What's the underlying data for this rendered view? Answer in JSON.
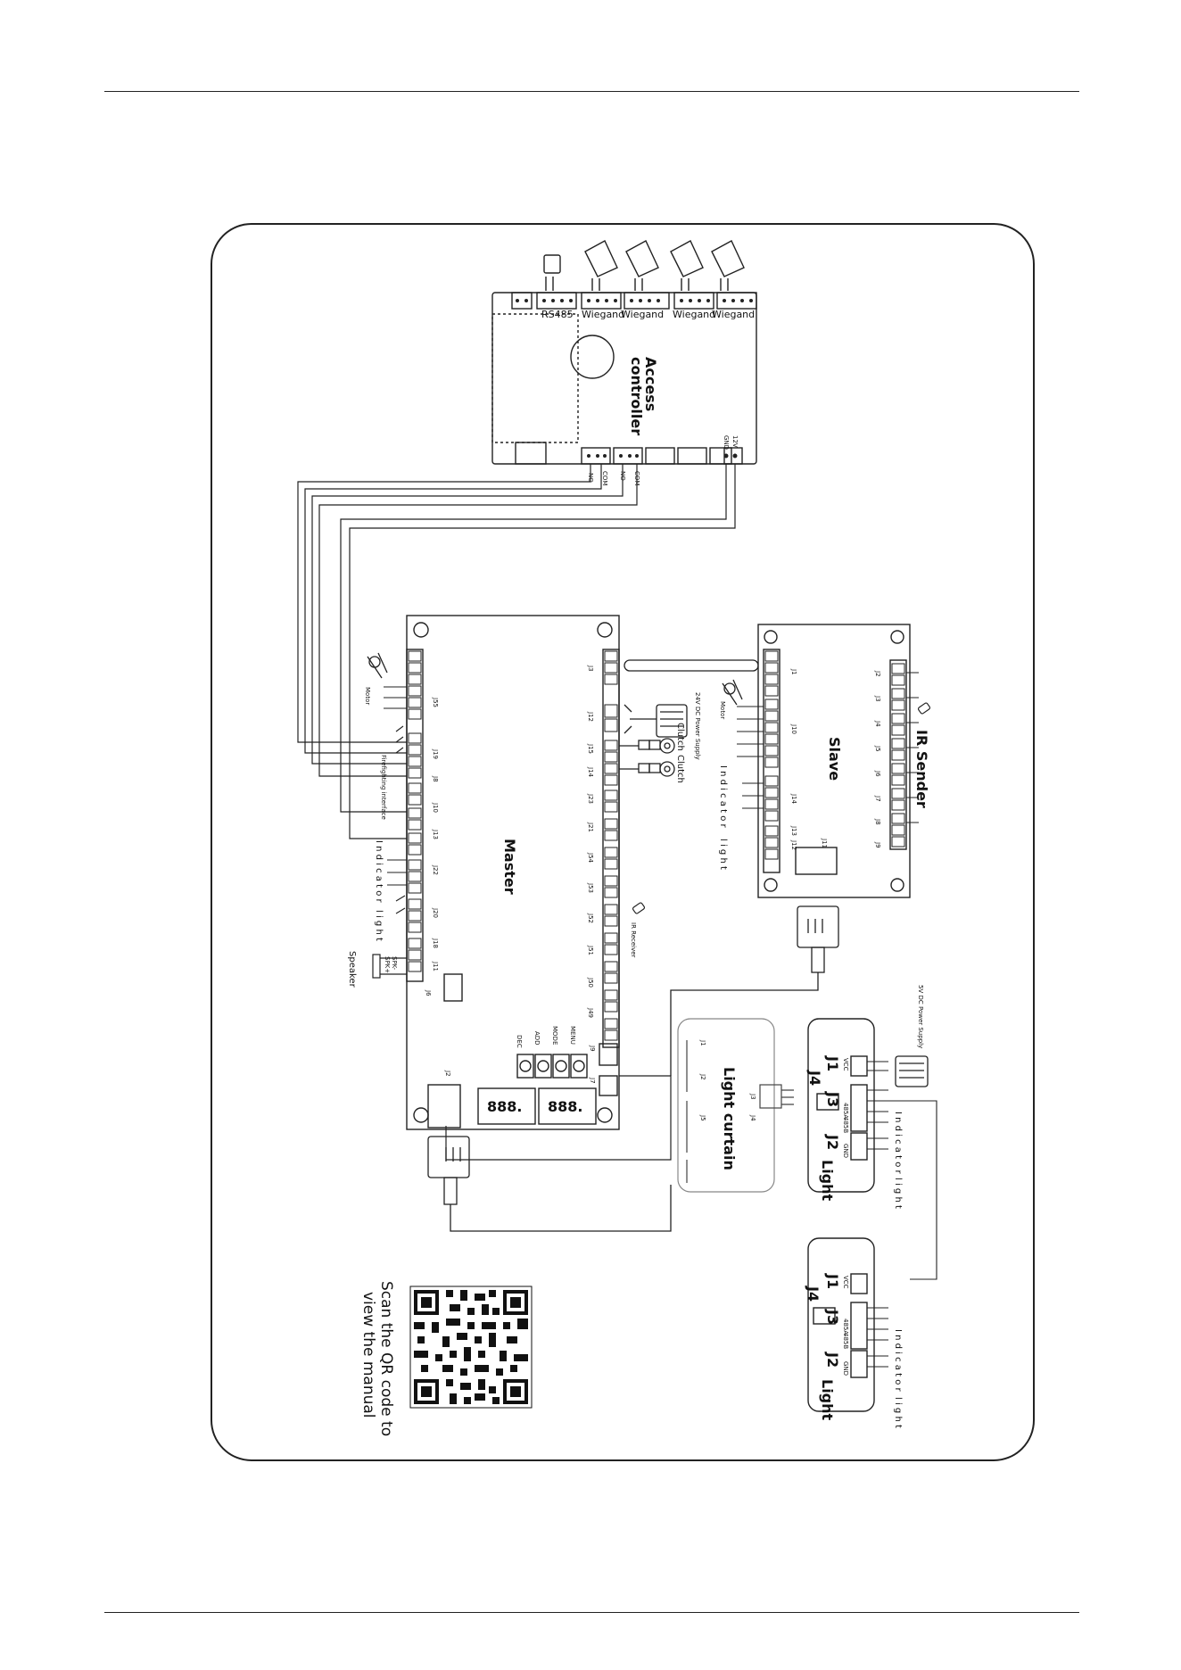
{
  "labels": {
    "access_controller_1": "Access",
    "access_controller_2": "controller",
    "rs485": "RS485",
    "wiegand": "Wiegand",
    "no": "NO",
    "com": "COM",
    "gnd": "GND",
    "v12": "12V",
    "master": "Master",
    "slave": "Slave",
    "ir_sender": "IR Sender",
    "ir_receiver": "IR Receiver",
    "motor": "Motor",
    "speaker": "Speaker",
    "spk1": "SPK+",
    "spk2": "SPK-",
    "firefighting": "Firefighting interface",
    "indicator": "I n d i c a t o r",
    "light_word": "l i g h t",
    "ps24": "24V DC Power Supply",
    "ps5": "5V DC Power Supply",
    "clutch": "Clutch",
    "light_curtain": "Light curtain",
    "light": "Light",
    "menu": "MENU",
    "mode": "MODE",
    "add": "ADD",
    "dec": "DEC",
    "seg": "888.",
    "qr_line1": "Scan the QR code to",
    "qr_line2": "view the manual",
    "vcc": "VCC",
    "gnd_s": "GND",
    "485a": "485A",
    "485b": "485B"
  },
  "connectors": {
    "master_left": [
      "J55",
      "J19",
      "J8",
      "J10",
      "J13",
      "J22",
      "J20",
      "J18",
      "J11",
      "J6"
    ],
    "master_right": [
      "J3",
      "J12",
      "J15",
      "J14",
      "J23",
      "J21",
      "J54",
      "J53",
      "J52",
      "J51",
      "J50",
      "J49",
      "J9",
      "J7"
    ],
    "master_bottom": [
      "J2"
    ],
    "slave_left": [
      "J1",
      "J10",
      "J14",
      "J13",
      "J12"
    ],
    "slave_right": [
      "J2",
      "J3",
      "J4",
      "J5",
      "J6",
      "J7",
      "J8",
      "J9"
    ],
    "slave_bottom": [
      "J11"
    ],
    "light_curtain": [
      "J1",
      "J2",
      "J5",
      "J3",
      "J4"
    ],
    "light_board": [
      "J1",
      "J3",
      "J4",
      "J2"
    ]
  }
}
